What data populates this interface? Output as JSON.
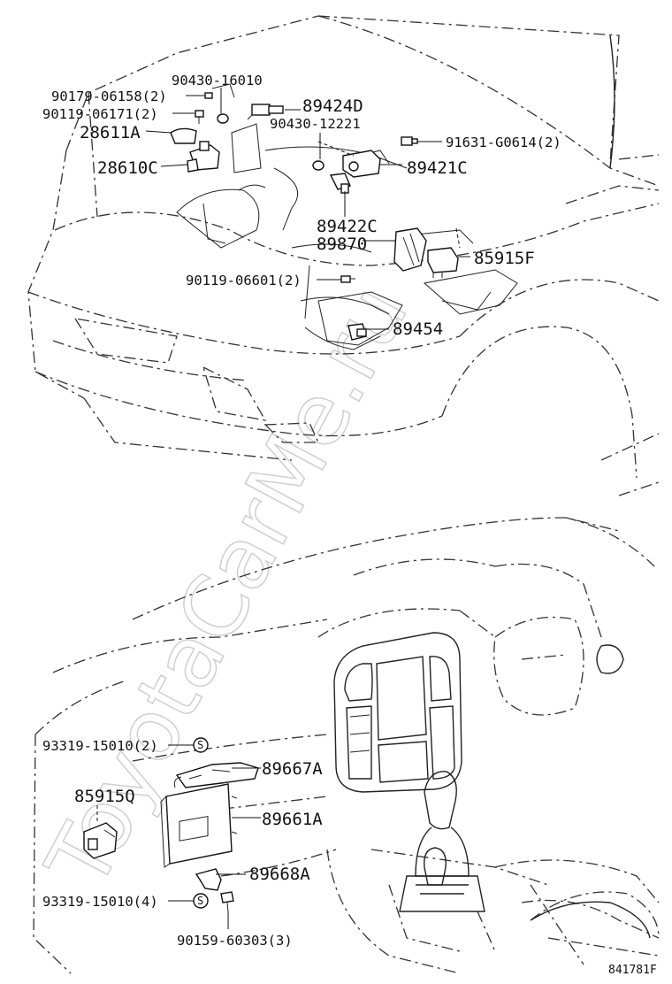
{
  "watermark": "ToyotaCarMe.ru",
  "figure_id": "841781F",
  "labels": {
    "p90430_16010": "90430-16010",
    "p90179_06158": "90179-06158(2)",
    "p89424D": "89424D",
    "p90119_06171": "90119-06171(2)",
    "p90430_12221": "90430-12221",
    "p28611A": "28611A",
    "p91631_G0614": "91631-G0614(2)",
    "p28610C": "28610C",
    "p89421C": "89421C",
    "p89422C": "89422C",
    "p89870": "89870",
    "p85915F": "85915F",
    "p90119_06601": "90119-06601(2)",
    "p89454": "89454",
    "p93319_15010_2": "93319-15010(2)",
    "p89667A": "89667A",
    "p85915Q": "85915Q",
    "p89661A": "89661A",
    "p89668A": "89668A",
    "p93319_15010_4": "93319-15010(4)",
    "p90159_60303": "90159-60303(3)"
  },
  "symbols": {
    "s_mark": "S"
  }
}
